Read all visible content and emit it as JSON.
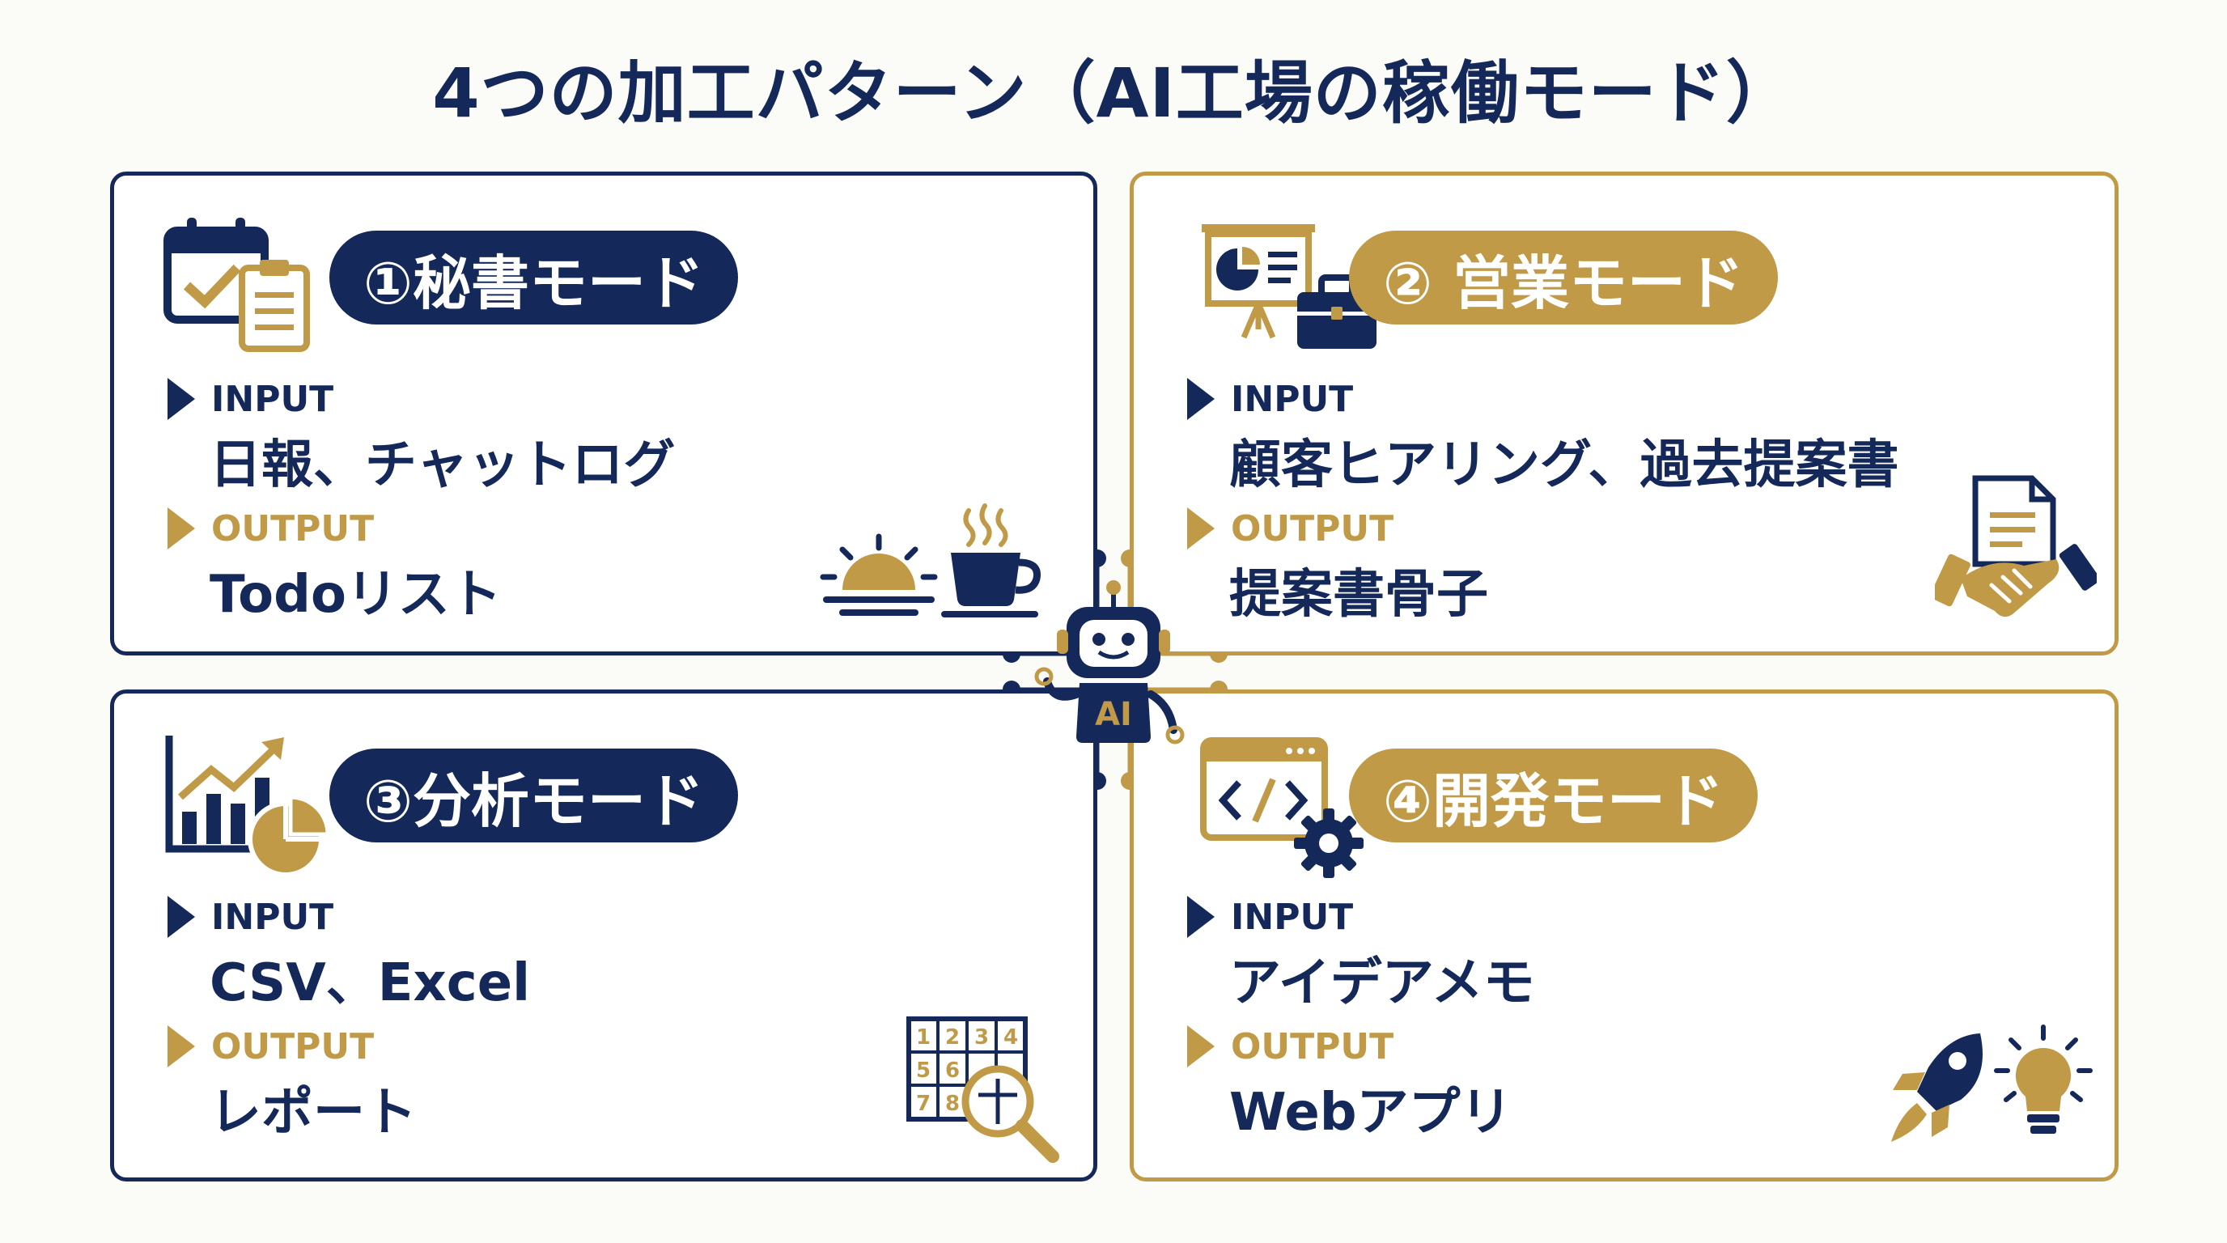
{
  "title": "4つの加工パターン（AI工場の稼働モード）",
  "colors": {
    "navy": "#14285a",
    "gold": "#c09a47",
    "background": "#fbfbf8"
  },
  "center": {
    "robot_label": "AI",
    "icon": "robot-icon"
  },
  "modes": [
    {
      "id": "secretary",
      "label": "①秘書モード",
      "style": "navy",
      "input_label": "INPUT",
      "input": "日報、チャットログ",
      "output_label": "OUTPUT",
      "output": "Todoリスト",
      "icons": [
        "calendar-check-icon",
        "clipboard-icon",
        "sunrise-icon",
        "coffee-cup-icon"
      ]
    },
    {
      "id": "sales",
      "label": "② 営業モード",
      "style": "gold",
      "input_label": "INPUT",
      "input": "顧客ヒアリング、過去提案書",
      "output_label": "OUTPUT",
      "output": "提案書骨子",
      "icons": [
        "presentation-board-icon",
        "briefcase-icon",
        "handshake-document-icon"
      ]
    },
    {
      "id": "analysis",
      "label": "③分析モード",
      "style": "navy",
      "input_label": "INPUT",
      "input": "CSV、Excel",
      "output_label": "OUTPUT",
      "output": "レポート",
      "icons": [
        "bar-chart-arrow-icon",
        "pie-chart-icon",
        "number-grid-magnifier-icon"
      ],
      "grid_numbers": [
        "1",
        "2",
        "3",
        "4",
        "5",
        "6",
        "7",
        "8"
      ]
    },
    {
      "id": "development",
      "label": "④開発モード",
      "style": "gold",
      "input_label": "INPUT",
      "input": "アイデアメモ",
      "output_label": "OUTPUT",
      "output": "Webアプリ",
      "icons": [
        "code-window-icon",
        "gear-icon",
        "rocket-icon",
        "lightbulb-icon"
      ]
    }
  ]
}
